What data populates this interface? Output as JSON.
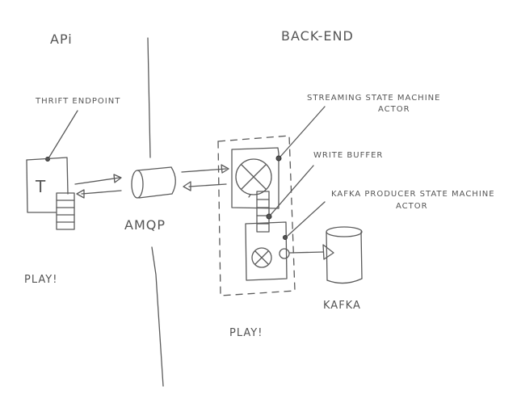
{
  "diagram": {
    "sections": {
      "api": "APi",
      "backend": "BACK-END"
    },
    "labels": {
      "thrift_endpoint": "THRIFT ENDPOINT",
      "thrift_box": "T",
      "amqp": "AMQP",
      "play_left": "PLAY!",
      "play_right": "PLAY!",
      "streaming_actor_line1": "STREAMING STATE MACHINE",
      "streaming_actor_line2": "ACTOR",
      "write_buffer": "WRITE BUFFER",
      "kafka_producer_line1": "KAFKA PRODUCER STATE MACHINE",
      "kafka_producer_line2": "ACTOR",
      "kafka": "KAFKA"
    },
    "ink_color": "#5a5a5a"
  }
}
